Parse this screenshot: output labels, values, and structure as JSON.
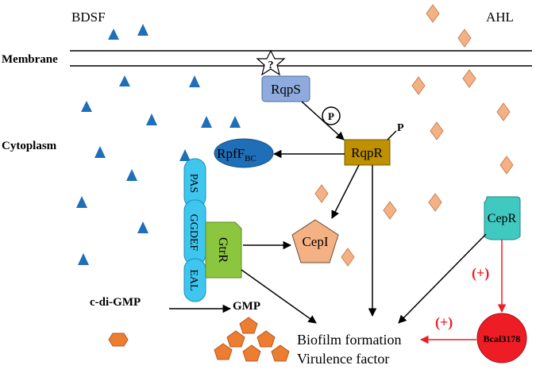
{
  "labels": {
    "bdsf": "BDSF",
    "ahl": "AHL",
    "membrane": "Membrane",
    "cytoplasm": "Cytoplasm",
    "question": "?",
    "rqps": "RqpS",
    "phospho": "P",
    "rqpr": "RqpR",
    "rqpr_p": "P",
    "rpff": "RpfF",
    "rpff_sub": "BC",
    "pas": "PAS",
    "ggdef": "GGDEF",
    "eal": "EAL",
    "gtrr": "GtrR",
    "cepi": "CepI",
    "cepr": "CepR",
    "cdigmp": "c-di-GMP",
    "gmp": "GMP",
    "plus1": "(+)",
    "plus2": "(+)",
    "bcal": "Bcal3178",
    "biofilm": "Biofilm formation",
    "virulence": "Virulence factor"
  },
  "colors": {
    "triangle": "#1f6fb8",
    "diamond": "#f4b183",
    "rqps": "#8faadc",
    "rqpr": "#bf9000",
    "rpff": "#1f6fb8",
    "gtrr_domains": "#3ec6ef",
    "gtrr": "#8cc63f",
    "cepi": "#f4b183",
    "cepr": "#3fc9c1",
    "gmp": "#ed7d31",
    "bcal": "#ee1c24",
    "activation": "#ee1c24"
  }
}
